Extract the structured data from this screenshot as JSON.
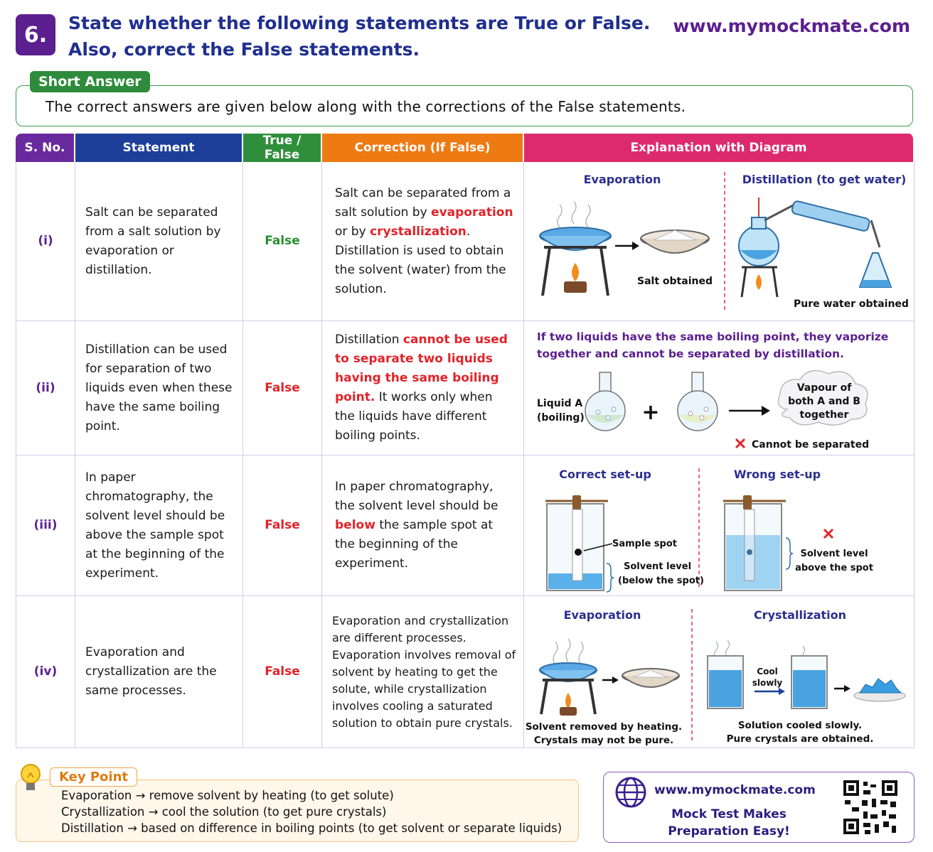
{
  "header": {
    "number": "6.",
    "title_line1": "State whether the following statements are True or False.",
    "title_line2": "Also, correct the False statements.",
    "website": "www.mymockmate.com"
  },
  "short_answer": {
    "tag": "Short Answer",
    "text": "The correct answers are given below along with the corrections of the False statements."
  },
  "table": {
    "headers": [
      "S. No.",
      "Statement",
      "True / False",
      "Correction (If False)",
      "Explanation with Diagram"
    ],
    "rows": [
      {
        "sno": "(i)",
        "statement": "Salt can be separated from a salt solution by evaporation or distillation.",
        "verdict": "False",
        "correction": {
          "p1": "Salt can be separated from a salt solution by ",
          "r1": "evaporation",
          "p2": " or by ",
          "r2": "crystallization",
          "p3": ". Distillation is used to obtain the solvent (water) from the solution."
        },
        "diagram": {
          "left_title": "Evaporation",
          "right_title": "Distillation (to get water)",
          "caption_left": "Salt obtained",
          "caption_right": "Pure water obtained"
        }
      },
      {
        "sno": "(ii)",
        "statement": "Distillation can be used for separation of two liquids even when these have the same boiling point.",
        "verdict": "False",
        "correction": {
          "p1": "Distillation ",
          "r1": "cannot be used to separate two liquids having the same boiling point.",
          "p2": " It works only when the liquids have different boiling points."
        },
        "diagram": {
          "note": "If two liquids have the same boiling point, they vaporize together and cannot be separated by distillation.",
          "liquid_label_1": "Liquid A",
          "liquid_label_2": "(boiling)",
          "cloud_1": "Vapour of",
          "cloud_2": "both A and B",
          "cloud_3": "together",
          "result": "Cannot be separated"
        }
      },
      {
        "sno": "(iii)",
        "statement": "In paper chromatography, the solvent level should be above the sample spot at the beginning of the experiment.",
        "verdict": "False",
        "correction": {
          "p1": "In paper chromatography, the solvent level should be ",
          "r1": "below",
          "p2": " the sample spot at the beginning of the experiment."
        },
        "diagram": {
          "left_title": "Correct set-up",
          "right_title": "Wrong set-up",
          "sample_spot": "Sample spot",
          "solvent_level": "Solvent level",
          "below_spot": "(below the spot)",
          "wrong_1": "Solvent level",
          "wrong_2": "above the spot"
        }
      },
      {
        "sno": "(iv)",
        "statement": "Evaporation and crystallization are the same processes.",
        "verdict": "False",
        "correction": {
          "p1": "Evaporation and crystallization are different processes. Evaporation involves removal of solvent by heating to get the solute, while crystallization involves cooling a saturated solution to obtain pure crystals."
        },
        "diagram": {
          "left_title": "Evaporation",
          "right_title": "Crystallization",
          "cool_1": "Cool",
          "cool_2": "slowly",
          "left_cap_1": "Solvent removed by heating.",
          "left_cap_2": "Crystals may not be pure.",
          "right_cap_1": "Solution cooled slowly.",
          "right_cap_2": "Pure crystals are obtained."
        }
      }
    ]
  },
  "key_point": {
    "tag": "Key Point",
    "lines": [
      "Evaporation → remove solvent by heating (to get solute)",
      "Crystallization → cool the solution (to get pure crystals)",
      "Distillation → based on difference in boiling points (to get solvent or separate liquids)"
    ]
  },
  "promo": {
    "website": "www.mymockmate.com",
    "tagline_1": "Mock Test Makes",
    "tagline_2": "Preparation Easy!"
  },
  "icons": [
    "bulb-icon",
    "globe-icon",
    "qr-code-icon",
    "cross-icon",
    "arrow-icon"
  ]
}
